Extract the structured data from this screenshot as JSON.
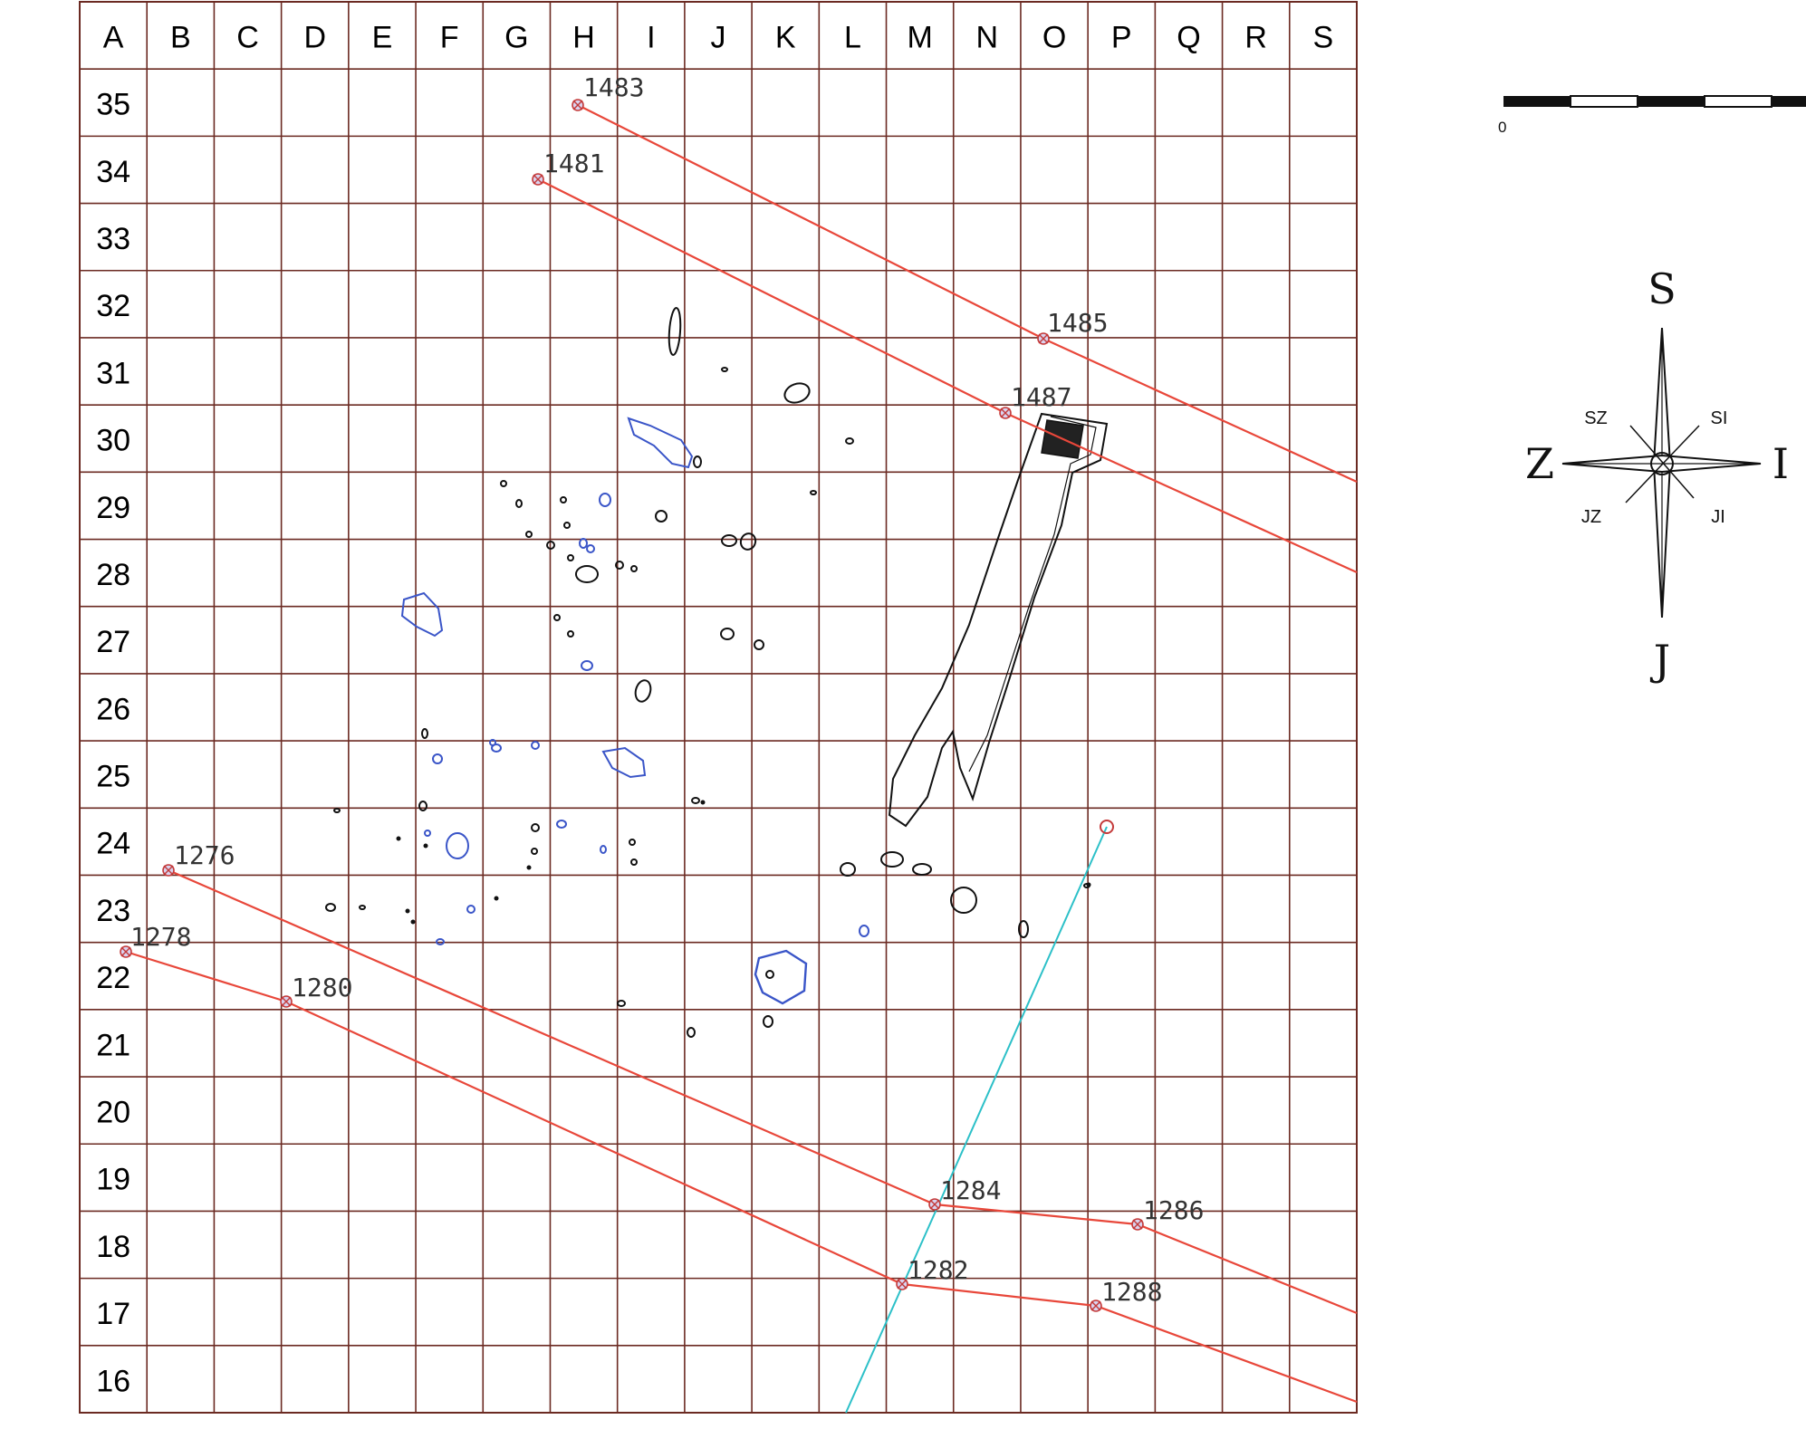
{
  "grid": {
    "columns": [
      "A",
      "B",
      "C",
      "D",
      "E",
      "F",
      "G",
      "H",
      "I",
      "J",
      "K",
      "L",
      "M",
      "N",
      "O",
      "P",
      "Q",
      "R",
      "S"
    ],
    "rows": [
      "35",
      "34",
      "33",
      "32",
      "31",
      "30",
      "29",
      "28",
      "27",
      "26",
      "25",
      "24",
      "23",
      "22",
      "21",
      "20",
      "19",
      "18",
      "17",
      "16"
    ]
  },
  "survey_points": [
    {
      "id": "1483",
      "label": "1483"
    },
    {
      "id": "1481",
      "label": "1481"
    },
    {
      "id": "1485",
      "label": "1485"
    },
    {
      "id": "1487",
      "label": "1487"
    },
    {
      "id": "1276",
      "label": "1276"
    },
    {
      "id": "1278",
      "label": "1278"
    },
    {
      "id": "1280",
      "label": "1280"
    },
    {
      "id": "1284",
      "label": "1284"
    },
    {
      "id": "1286",
      "label": "1286"
    },
    {
      "id": "1282",
      "label": "1282"
    },
    {
      "id": "1288",
      "label": "1288"
    }
  ],
  "scale_bar": {
    "start_label": "0"
  },
  "compass": {
    "north": "S",
    "south": "J",
    "east": "I",
    "west": "Z",
    "ne": "SI",
    "nw": "SZ",
    "se": "JI",
    "sw": "JZ"
  },
  "colors": {
    "grid": "#6b2a22",
    "profile_line": "#e8473a",
    "axis_line": "#2cc0c8",
    "feature_black": "#111111",
    "feature_blue": "#3a55c8",
    "marker": "#c43a3a"
  }
}
